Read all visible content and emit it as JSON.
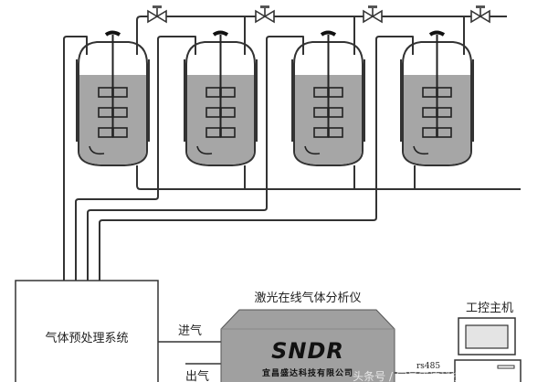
{
  "labels": {
    "pretreatment": "气体预处理系统",
    "analyzer": "激光在线气体分析仪",
    "inlet": "进气",
    "outlet": "出气",
    "computer": "工控主机",
    "rs485": "rs485"
  },
  "analyzer_brand": {
    "logo": "SNDR",
    "company": "宜昌盛达科技有限公司"
  },
  "watermark": "头条号 / 宜昌盛达科技有限公司",
  "colors": {
    "liquid": "#a6a6a6",
    "analyzer": "#a0a0a0",
    "line": "#333333"
  }
}
